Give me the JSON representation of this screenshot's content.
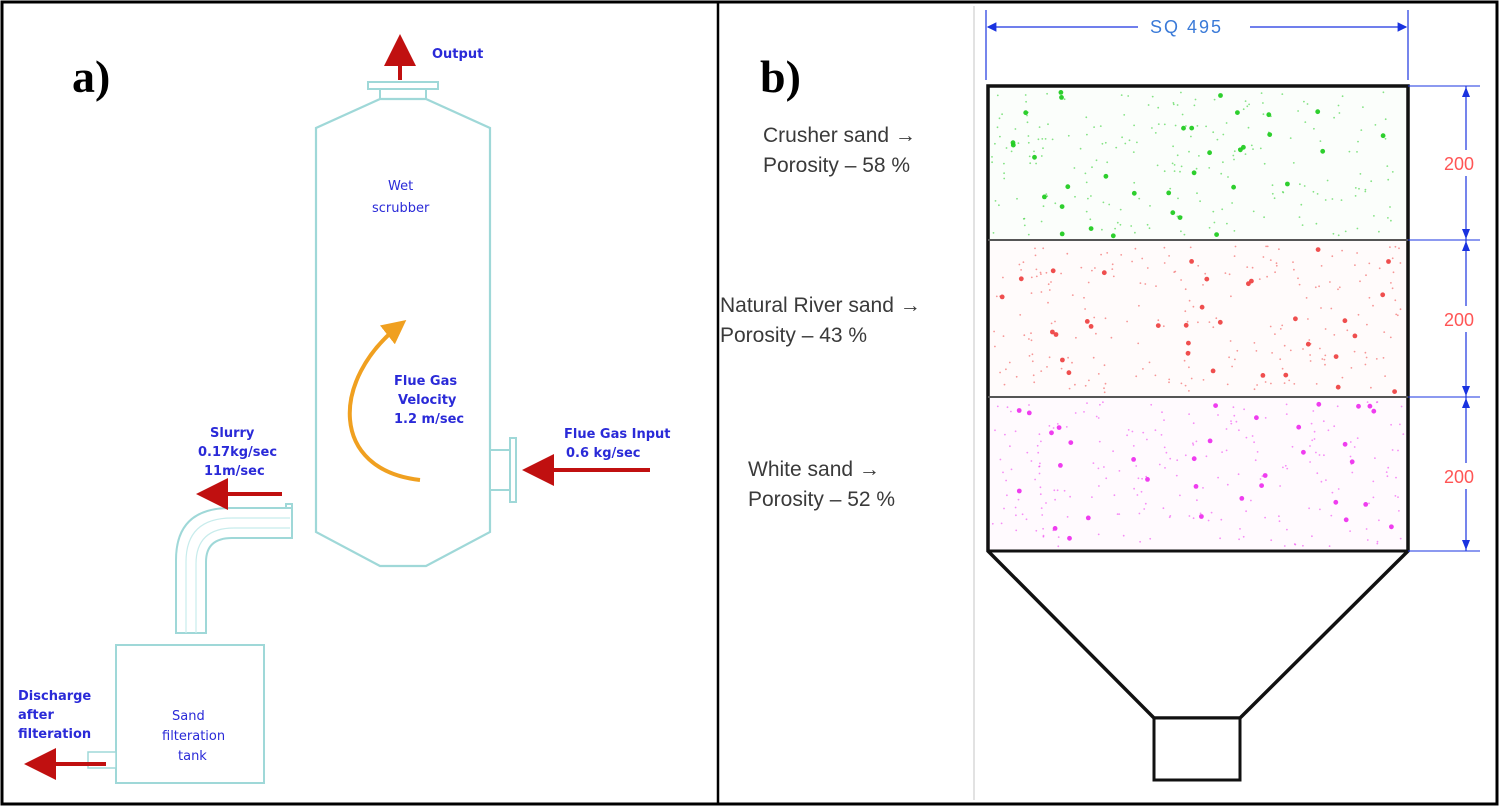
{
  "panel_a": {
    "letter": "a)",
    "output_label": "Output",
    "scrubber_label_line1": "Wet",
    "scrubber_label_line2": "scrubber",
    "velocity_line1": "Flue Gas",
    "velocity_line2": "Velocity",
    "velocity_line3": "1.2 m/sec",
    "slurry_line1": "Slurry",
    "slurry_line2": "0.17kg/sec",
    "slurry_line3": "11m/sec",
    "input_line1": "Flue Gas Input",
    "input_line2": "0.6 kg/sec",
    "discharge_line1": "Discharge",
    "discharge_line2": "after",
    "discharge_line3": "filteration",
    "tank_line1": "Sand",
    "tank_line2": "filteration",
    "tank_line3": "tank",
    "colors": {
      "label": "#2a2ad8",
      "arrow": "#c01010",
      "vessel": "#9fd8d8",
      "flow_arrow": "#f0a020"
    }
  },
  "panel_b": {
    "letter": "b)",
    "width_dim": "SQ 495",
    "layers": [
      {
        "name": "Crusher sand →",
        "porosity": "Porosity – 58 %",
        "dim": "200",
        "color": "#22cc22"
      },
      {
        "name": "Natural River sand →",
        "porosity": "Porosity – 43 %",
        "dim": "200",
        "color": "#ee4444"
      },
      {
        "name": "White sand →",
        "porosity": "Porosity – 52 %",
        "dim": "200",
        "color": "#ee33ee"
      }
    ],
    "colors": {
      "dimension": "#1a33e0",
      "dimension_text": "#ff5555"
    }
  }
}
